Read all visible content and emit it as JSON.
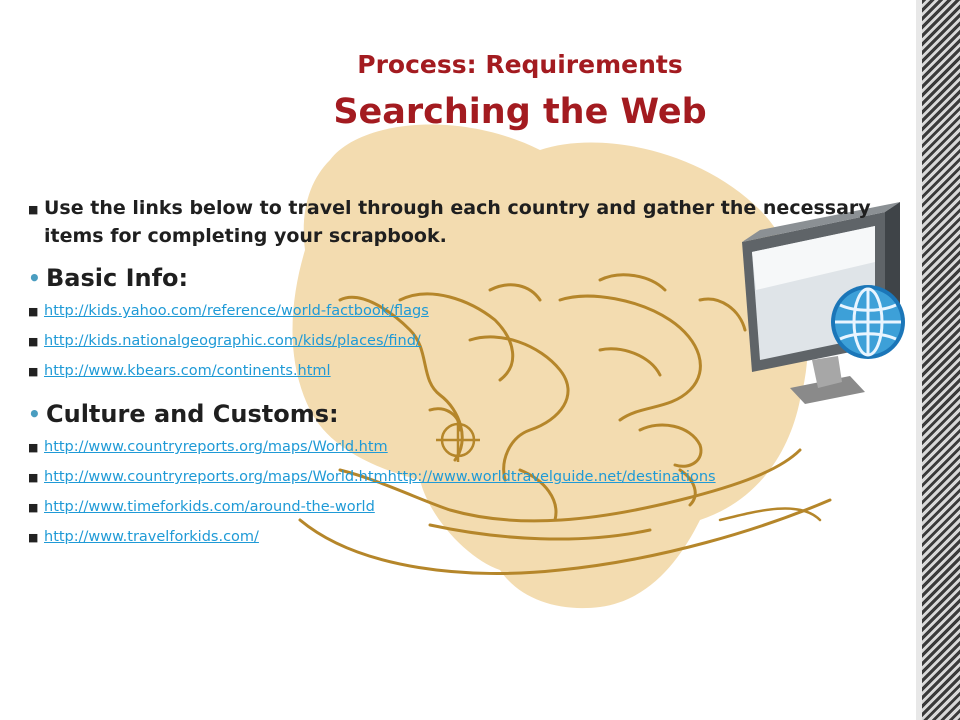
{
  "title": {
    "line1": "Process: Requirements",
    "line2": "Searching the Web"
  },
  "intro_text": "Use the links below to travel through each country and gather the necessary items for completing your scrapbook.",
  "sections": [
    {
      "heading": "Basic Info:",
      "links": [
        "http://kids.yahoo.com/reference/world-factbook/flags",
        "http://kids.nationalgeographic.com/kids/places/find/",
        "http://www.kbears.com/continents.html"
      ]
    },
    {
      "heading": "Culture and Customs:",
      "links": [
        "http://www.countryreports.org/maps/World.htm",
        "http://www.countryreports.org/maps/World.htmhttp://www.worldtravelguide.net/destinations",
        "http://www.timeforkids.com/around-the-world",
        "http://www.travelforkids.com/"
      ]
    }
  ],
  "colors": {
    "title": "#a31b20",
    "link": "#1f9ad6",
    "bullet": "#4a9dc0",
    "map_bg": "#f3dcb0",
    "map_line": "#b5862a"
  },
  "icons": [
    "world-map-clipart",
    "computer-monitor-globe-icon"
  ]
}
